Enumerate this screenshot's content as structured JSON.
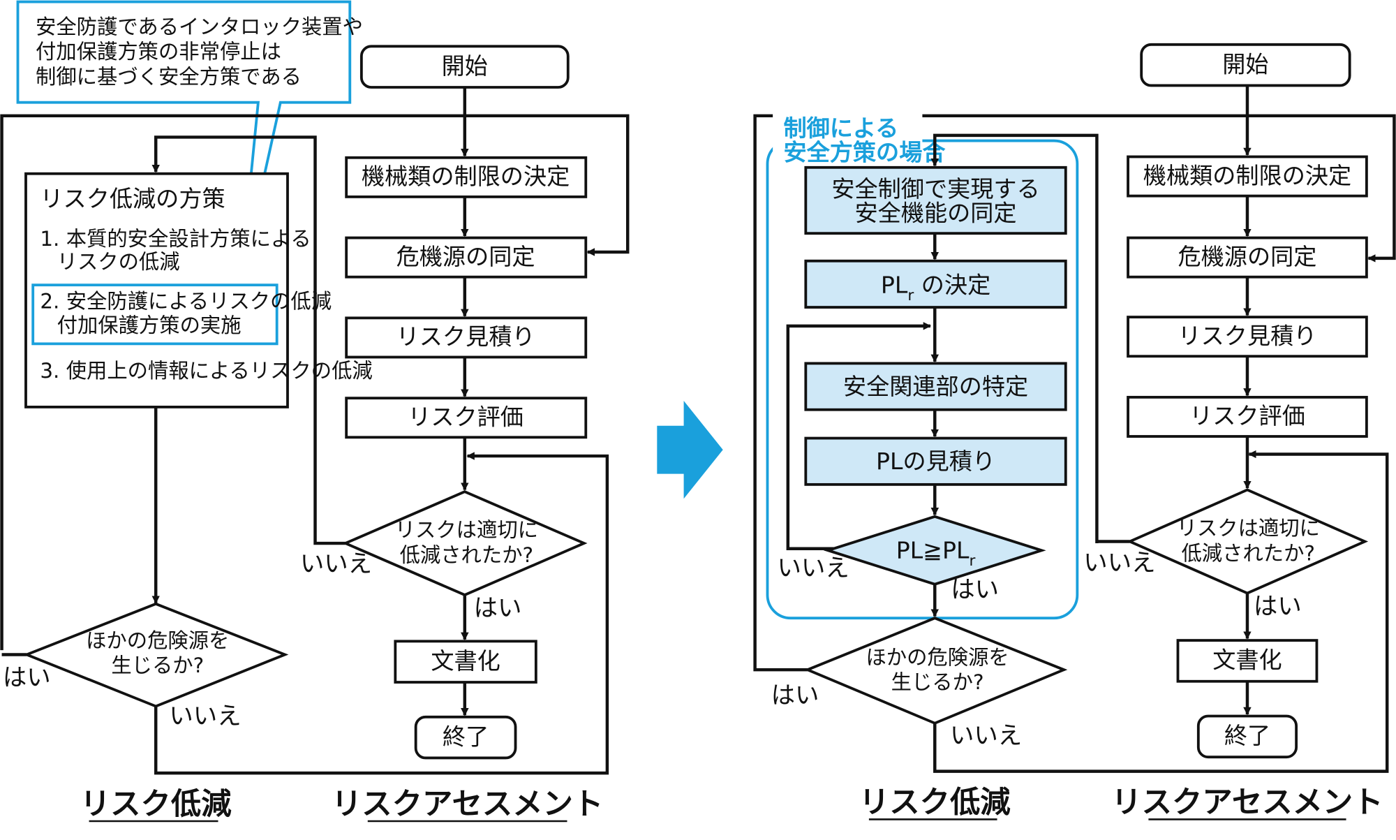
{
  "left": {
    "callout_lines": [
      "安全防護であるインタロック装置や",
      "付加保護方策の非常停止は",
      "制御に基づく安全方策である"
    ],
    "assessment": {
      "start": "開始",
      "step_limits": "機械類の制限の決定",
      "step_hazard": "危機源の同定",
      "step_estimate": "リスク見積り",
      "step_evaluate": "リスク評価",
      "decision_lines": [
        "リスクは適切に",
        "低減されたか?"
      ],
      "yes": "はい",
      "no": "いいえ",
      "doc": "文書化",
      "end": "終了"
    },
    "reduction": {
      "title": "リスク低減の方策",
      "item1_lines": [
        "1. 本質的安全設計方策による",
        "リスクの低減"
      ],
      "item2_lines": [
        "2. 安全防護によるリスクの低減",
        "付加保護方策の実施"
      ],
      "item3": "3. 使用上の情報によるリスクの低減",
      "decision_lines": [
        "ほかの危険源を",
        "生じるか?"
      ],
      "yes": "はい",
      "no": "いいえ"
    },
    "caption_reduction": "リスク低減",
    "caption_assessment": "リスクアセスメント"
  },
  "right": {
    "group_title_lines": [
      "制御による",
      "安全方策の場合"
    ],
    "safety": {
      "step_function_lines": [
        "安全制御で実現する",
        "安全機能の同定"
      ],
      "plr_main": "PL",
      "plr_sub": "r",
      "plr_rest": " の決定",
      "step_parts": "安全関連部の特定",
      "step_pl_estimate": "PLの見積り",
      "check_main": "PL≧PL",
      "check_sub": "r",
      "no": "いいえ",
      "yes": "はい"
    },
    "assessment": {
      "start": "開始",
      "step_limits": "機械類の制限の決定",
      "step_hazard": "危機源の同定",
      "step_estimate": "リスク見積り",
      "step_evaluate": "リスク評価",
      "decision_lines": [
        "リスクは適切に",
        "低減されたか?"
      ],
      "yes": "はい",
      "no": "いいえ",
      "doc": "文書化",
      "end": "終了"
    },
    "reduction": {
      "decision_lines": [
        "ほかの危険源を",
        "生じるか?"
      ],
      "yes": "はい",
      "no": "いいえ"
    },
    "caption_reduction": "リスク低減",
    "caption_assessment": "リスクアセスメント"
  },
  "colors": {
    "accent_blue": "#1aa0dc",
    "box_fill_blue": "#cfe8f7",
    "line": "#111111"
  }
}
